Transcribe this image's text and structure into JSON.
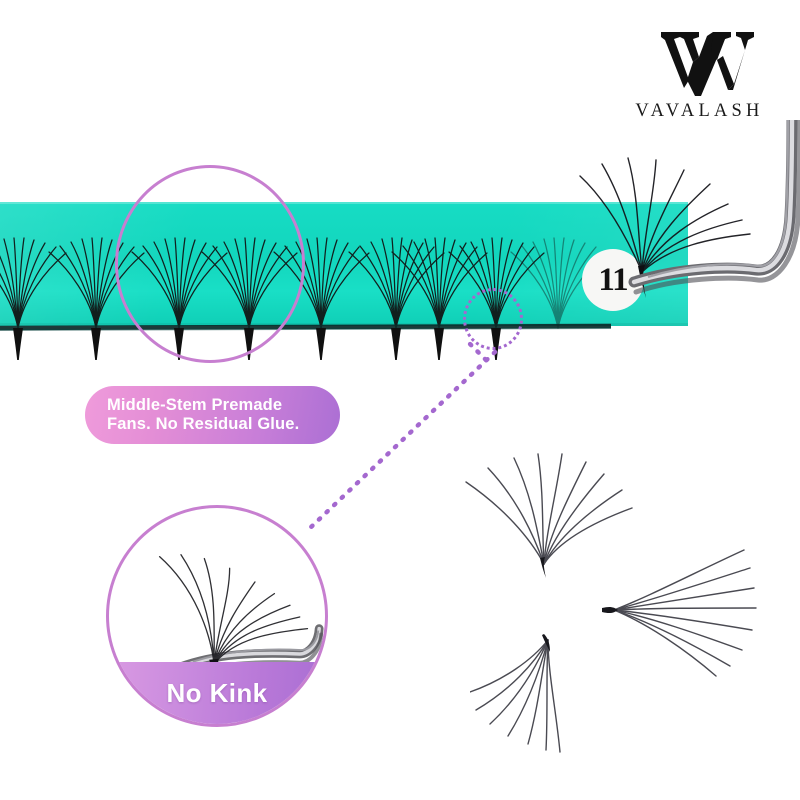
{
  "brand": {
    "wordmark": "VAVALASH",
    "monogram_alt": "V-W-monogram"
  },
  "product_strip": {
    "strip_color": "#13d8c0",
    "fan_count": 9,
    "fan_color": "#111111"
  },
  "callouts": {
    "pill": {
      "line1": "Middle-Stem Premade",
      "line2": "Fans. No Residual Glue.",
      "gradient_from": "#ef9bdb",
      "gradient_to": "#ab6fd4",
      "text_color": "#ffffff"
    },
    "inset": {
      "label": "No Kink",
      "ring_color": "#c77fd0",
      "band_gradient_from": "#d99ae2",
      "band_gradient_to": "#a96ed3",
      "text_color": "#ffffff"
    },
    "magnifier_ring_color": "#c77fd0",
    "dotted_ellipse_color": "#a468cf",
    "connector_color": "#a468cf"
  },
  "size_badge": {
    "value": "11",
    "background": "#f7f7f5",
    "text_color": "#111111"
  },
  "loose_fans": [
    {
      "name": "fan-upper",
      "orientation": "fanning-up-left"
    },
    {
      "name": "fan-right",
      "orientation": "fanning-right"
    },
    {
      "name": "fan-lower",
      "orientation": "fanning-down-left"
    }
  ],
  "tweezers": {
    "name": "boot-tweezers",
    "finish": "stainless-silver"
  }
}
